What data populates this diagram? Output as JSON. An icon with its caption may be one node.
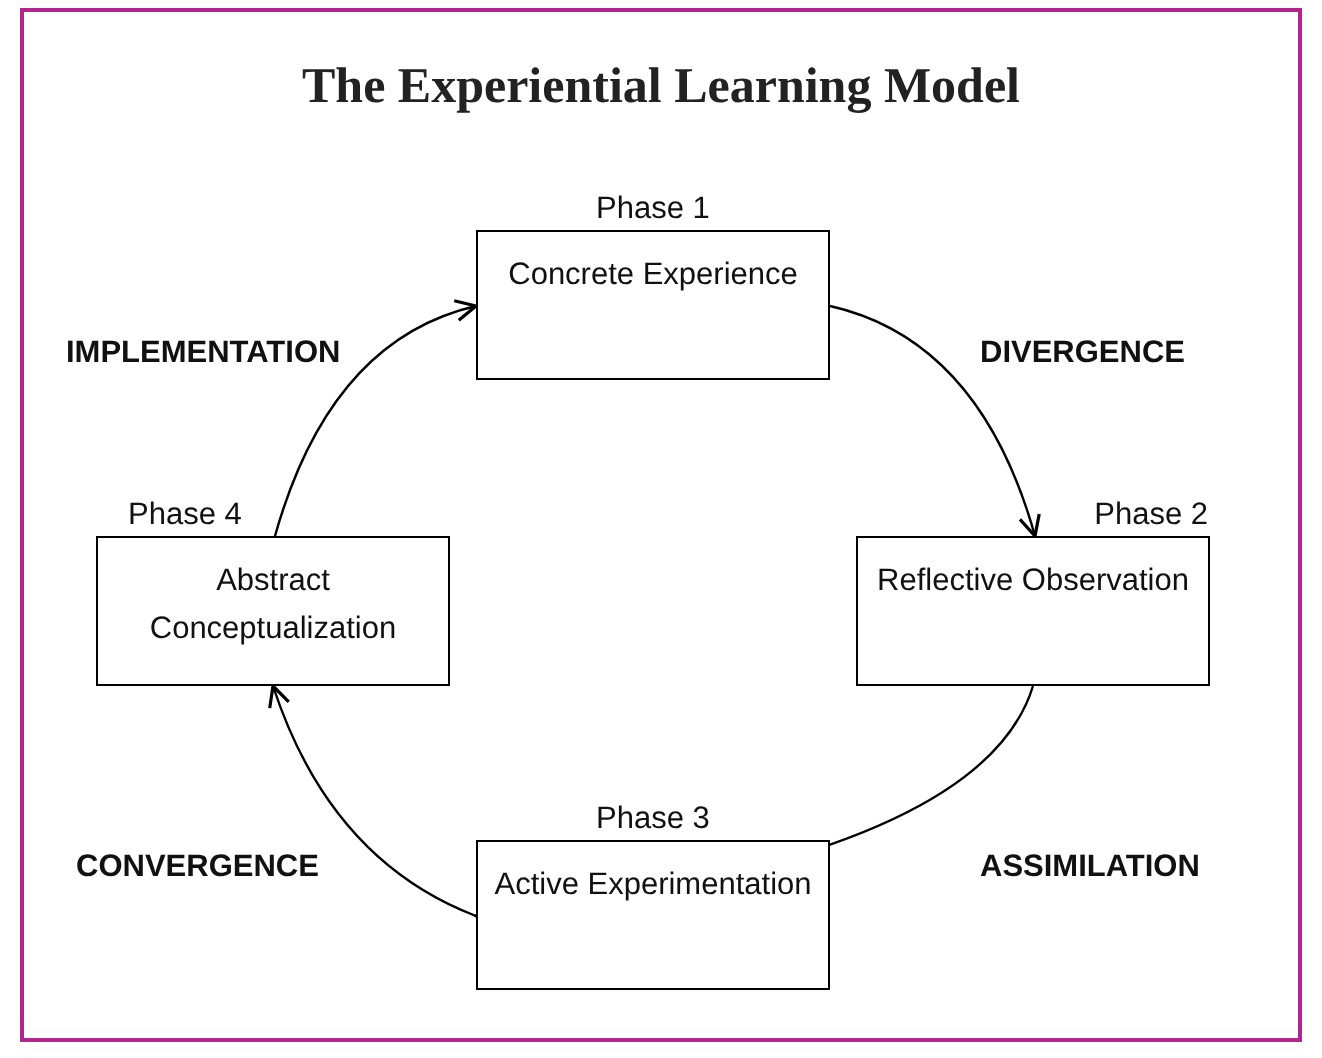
{
  "diagram": {
    "title": "The Experiential Learning Model",
    "nodes": [
      {
        "text": [
          "Phase 1",
          "Concrete Experience"
        ]
      },
      {
        "text": [
          "Phase 2",
          "Reflective Observation"
        ]
      },
      {
        "text": [
          "Phase 3",
          "Active Experimentation"
        ]
      },
      {
        "text": [
          "Phase 4",
          "Abstract Conceptualization"
        ]
      }
    ],
    "edges": [
      {
        "from": 0,
        "to": 1,
        "arrow": "to",
        "label": "DIVERGENCE"
      },
      {
        "from": 1,
        "to": 2,
        "arrow": "to",
        "label": "ASSIMILATION"
      },
      {
        "from": 2,
        "to": 3,
        "arrow": "to",
        "label": "CONVERGENCE"
      },
      {
        "from": 3,
        "to": 0,
        "arrow": "to",
        "label": "IMPLEMENTATION"
      }
    ]
  }
}
